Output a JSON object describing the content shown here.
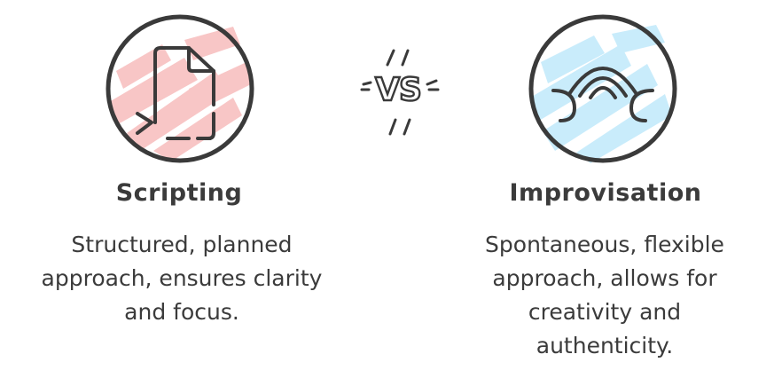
{
  "vs": {
    "label": "VS"
  },
  "left": {
    "title": "Scripting",
    "lines": [
      "Structured, planned",
      "approach, ensures clarity",
      "and focus."
    ],
    "icon": "script-document-icon",
    "fill_color": "#f8c6c6"
  },
  "right": {
    "title": "Improvisation",
    "lines": [
      "Spontaneous, flexible",
      "approach, allows for",
      "creativity and",
      "authenticity."
    ],
    "icon": "improv-waves-icon",
    "fill_color": "#c9ecfb"
  },
  "colors": {
    "stroke": "#3a3a3a",
    "text": "#3b3b3b"
  }
}
